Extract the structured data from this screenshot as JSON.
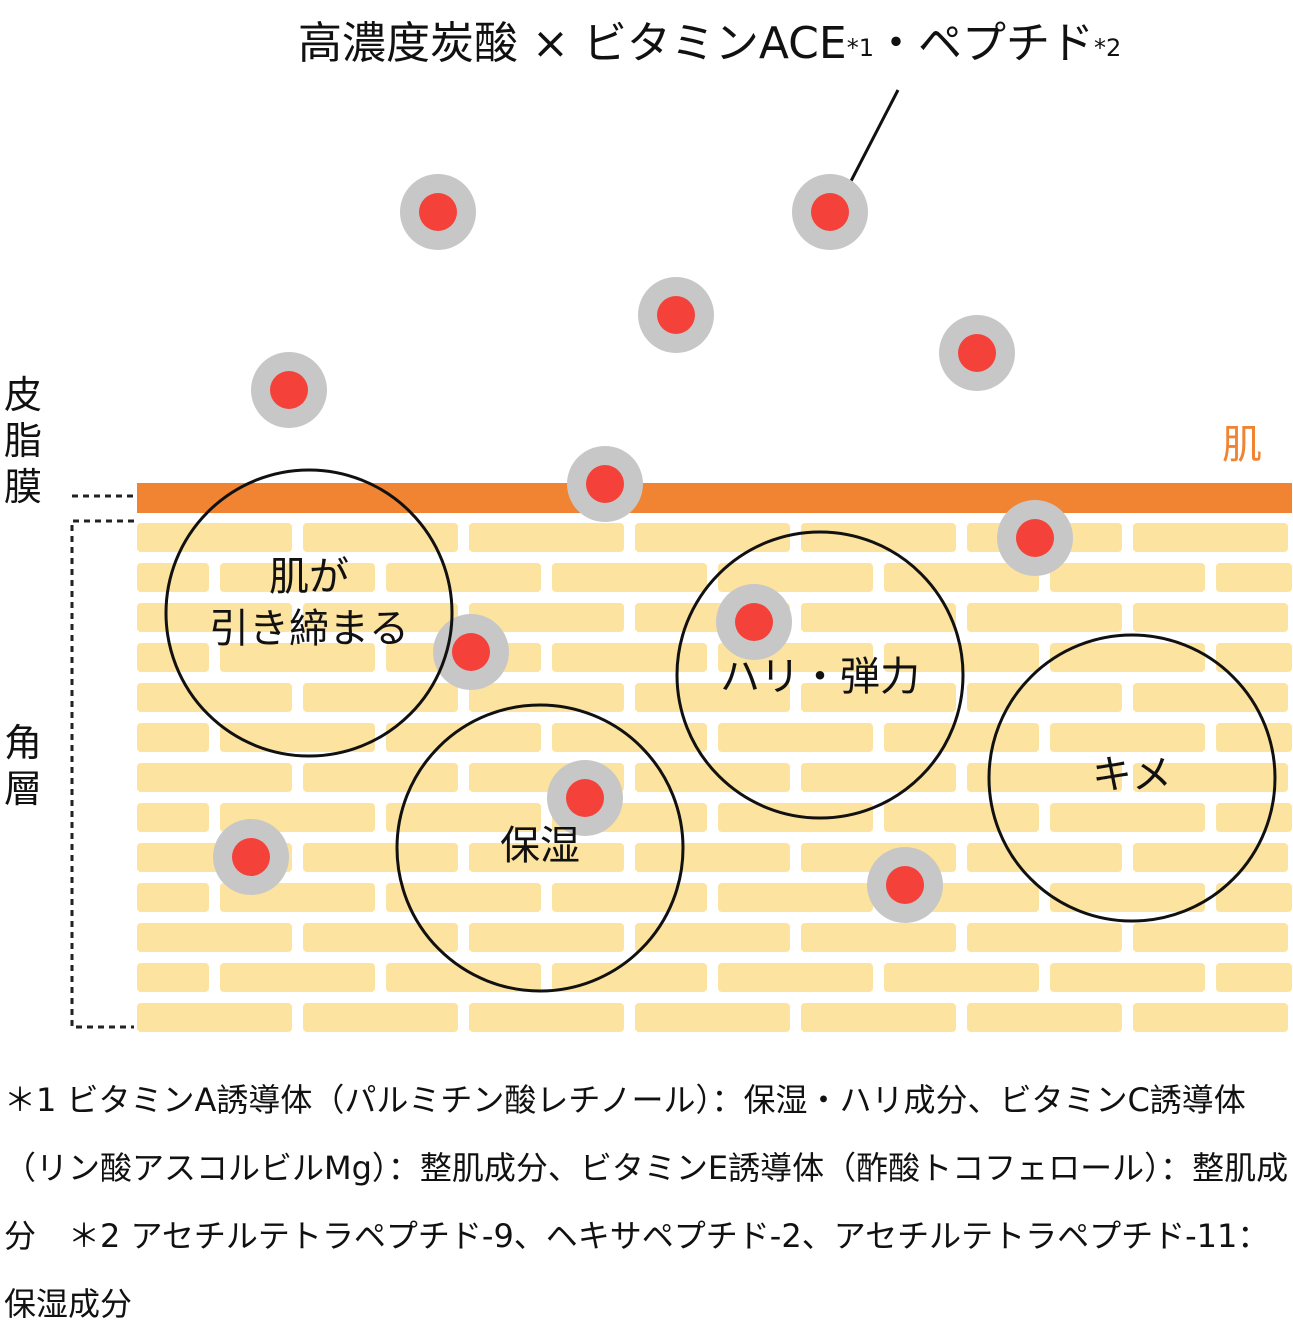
{
  "title": {
    "main": "高濃度炭酸 × ビタミンACE",
    "sup1": "*1",
    "mid": "・ペプチド",
    "sup2": "*2"
  },
  "labels": {
    "sebum_film": "皮脂膜",
    "stratum_corneum": "角層",
    "skin": "肌"
  },
  "circles": {
    "tighten": [
      "肌が",
      "引き締まる"
    ],
    "moisture": "保湿",
    "elasticity": "ハリ・弾力",
    "texture": "キメ"
  },
  "colors": {
    "skin_band": "#f08432",
    "brick": "#fde3a0",
    "particle_core": "#f4413a",
    "particle_ring": "#c7c7c7"
  },
  "footnote": "＊1 ビタミンA誘導体（パルミチン酸レチノール）：保湿・ハリ成分、ビタミンC誘導体（リン酸アスコルビルMg）：整肌成分、ビタミンE誘導体（酢酸トコフェロール）：整肌成分　＊2 アセチルテトラペプチド-9、ヘキサペプチド-2、アセチルテトラペプチド-11：保湿成分"
}
